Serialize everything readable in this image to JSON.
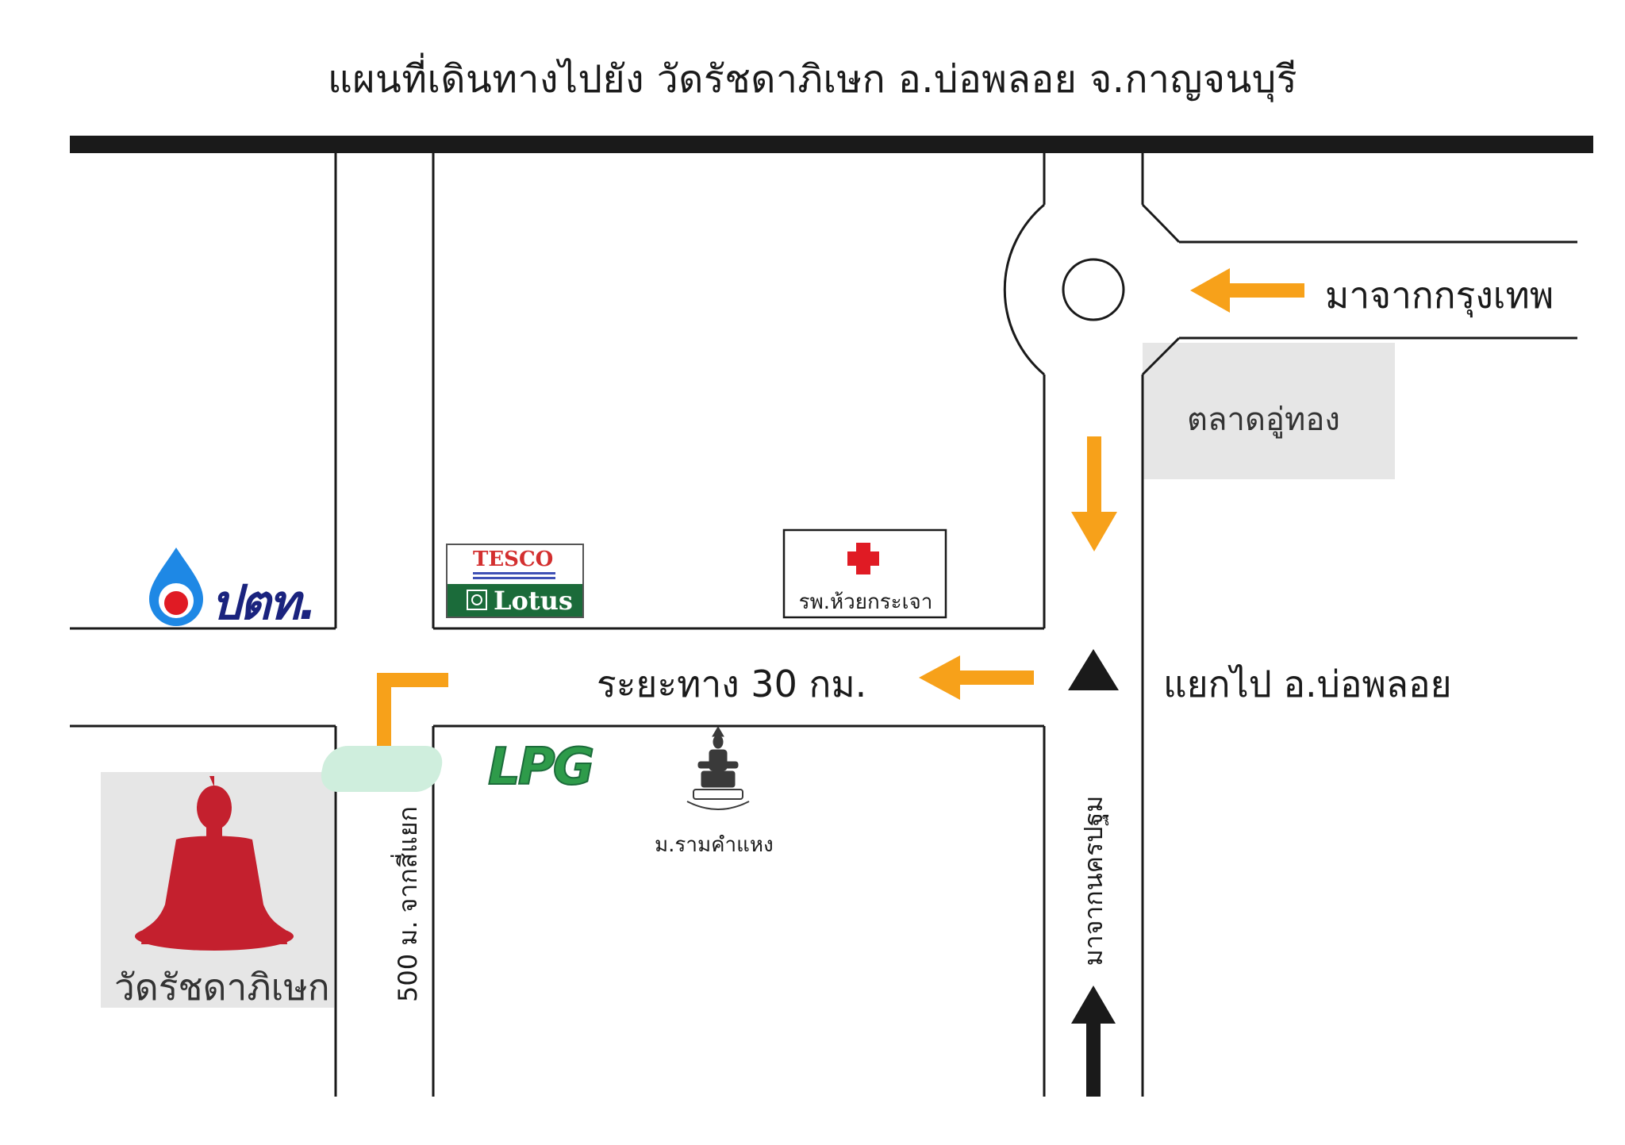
{
  "title": "แผนที่เดินทางไปยัง วัดรัชดาภิเษก อ.บ่อพลอย จ.กาญจนบุรี",
  "labels": {
    "from_bangkok": "มาจากกรุงเทพ",
    "market": "ตลาดอู่ทอง",
    "hospital": "รพ.ห้วยกระเจา",
    "distance": "ระยะทาง 30 กม.",
    "junction_boploi": "แยกไป อ.บ่อพลอย",
    "university": "ม.รามคำแหง",
    "from_nakhon_pathom": "มาจากนครปฐม",
    "from_four_way": "500 ม. จากสี่แยก",
    "temple": "วัดรัชดาภิเษก"
  },
  "logos": {
    "ptt": "ปตท.",
    "tesco": "TESCO",
    "lotus": "Lotus",
    "lpg": "LPG"
  },
  "colors": {
    "arrow_orange": "#f7a11a",
    "road_line": "#1a1a1a",
    "block_gray": "#e6e6e6",
    "temple_red": "#c4202e",
    "ptt_blue": "#1a237e",
    "ptt_drop": "#1e88e5",
    "tesco_red": "#d32f2f",
    "lotus_green": "#1b6b3a",
    "lpg_green": "#2e9b4a",
    "cross_red": "#e01b24"
  },
  "icons": {
    "temple": "buddha-silhouette-icon",
    "hospital": "red-cross-icon",
    "university": "king-statue-icon",
    "landmark": "junction-triangle-icon"
  }
}
